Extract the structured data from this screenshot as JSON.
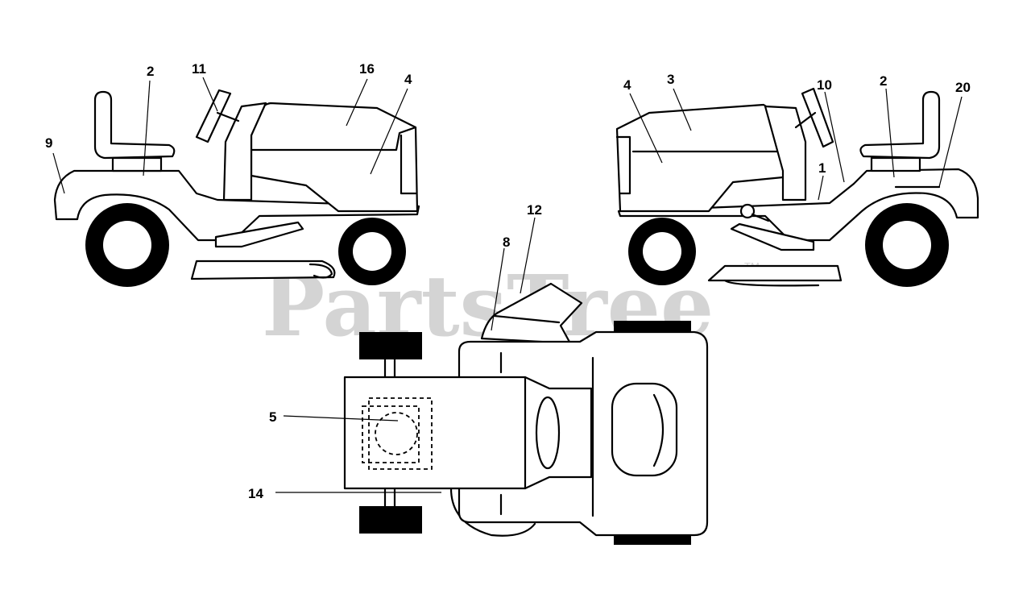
{
  "watermark": {
    "text": "PartsTree",
    "trademark": "TM"
  },
  "callouts": {
    "left_tractor": {
      "c9": "9",
      "c2": "2",
      "c11": "11",
      "c16": "16",
      "c4": "4"
    },
    "right_tractor": {
      "c4": "4",
      "c3": "3",
      "c10": "10",
      "c2": "2",
      "c20": "20",
      "c1": "1"
    },
    "top_view": {
      "c12": "12",
      "c8": "8",
      "c5": "5",
      "c14": "14"
    }
  }
}
